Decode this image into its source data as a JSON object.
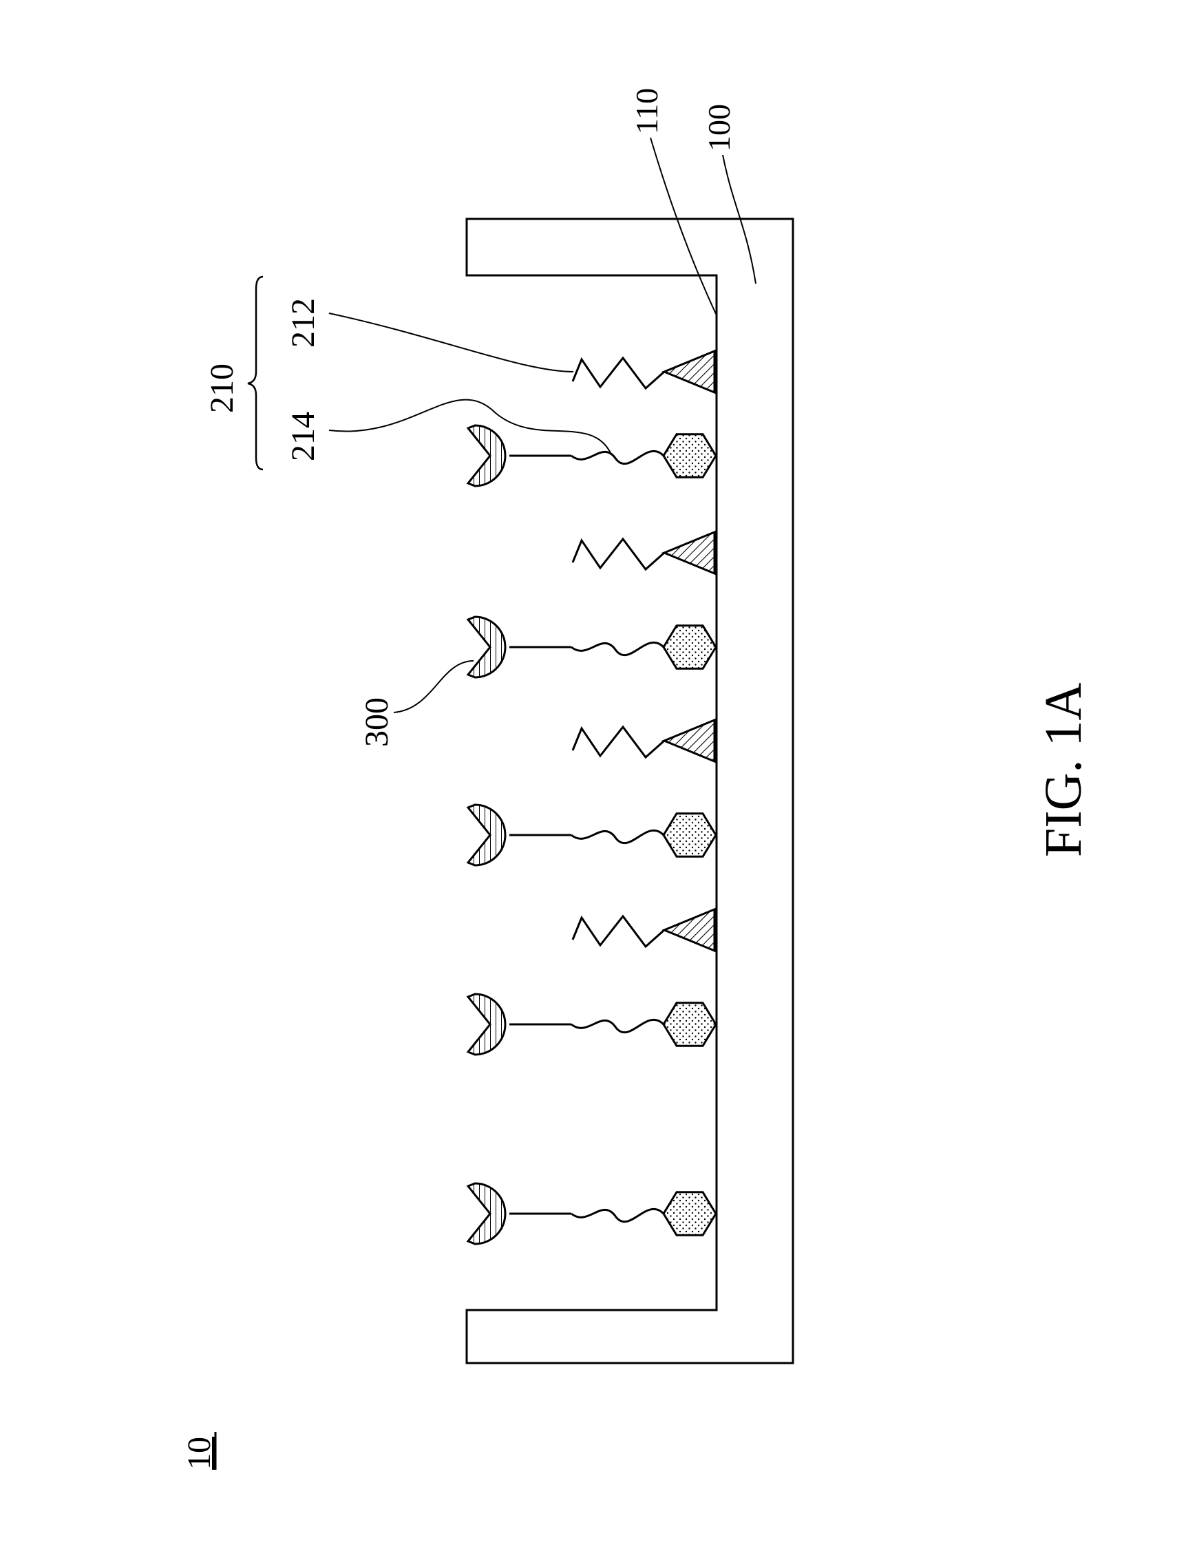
{
  "figure": {
    "title": "FIG. 1A",
    "assembly_ref": "10"
  },
  "labels": {
    "tray": "100",
    "surface": "110",
    "group": "210",
    "triangle_molecule": "212",
    "hexagon_molecule": "214",
    "bound_target": "300"
  },
  "elements": {
    "hexagon_units": 5,
    "triangle_units": 4,
    "bound_targets": 5
  },
  "colors": {
    "ink": "#000000",
    "background": "#ffffff"
  }
}
